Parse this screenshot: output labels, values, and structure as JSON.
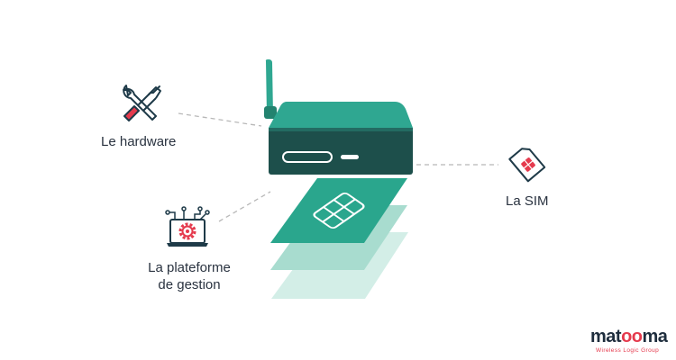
{
  "labels": {
    "hardware": "Le hardware",
    "sim": "La SIM",
    "platform_line1": "La plateforme",
    "platform_line2": "de gestion"
  },
  "logo": {
    "brand_prefix": "mat",
    "brand_rings": "oo",
    "brand_suffix": "ma",
    "tagline": "Wireless Logic Group"
  },
  "icons": {
    "hardware": "tools-icon",
    "sim": "sim-card-icon",
    "platform": "laptop-gear-icon",
    "device": "router-icon"
  },
  "colors": {
    "device_top": "#2fa791",
    "device_front": "#1d4f4b",
    "layer_1": "#2aa68d",
    "layer_2": "#a8dccf",
    "layer_3": "#d3eee7",
    "accent_red": "#e53a4d",
    "icon_dark": "#1e3a48",
    "connector": "#b8b8b8"
  }
}
